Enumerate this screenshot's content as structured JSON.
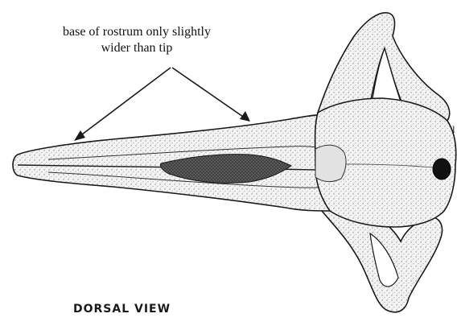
{
  "annotation": {
    "line1": "base of rostrum only slightly",
    "line2": "wider than tip"
  },
  "view_label": "DORSAL VIEW",
  "edge_mark": "l",
  "colors": {
    "ink": "#1a1a1a",
    "bone_shade": "#d6d6d6",
    "dark_shade": "#3a3a3a",
    "background": "#ffffff"
  }
}
